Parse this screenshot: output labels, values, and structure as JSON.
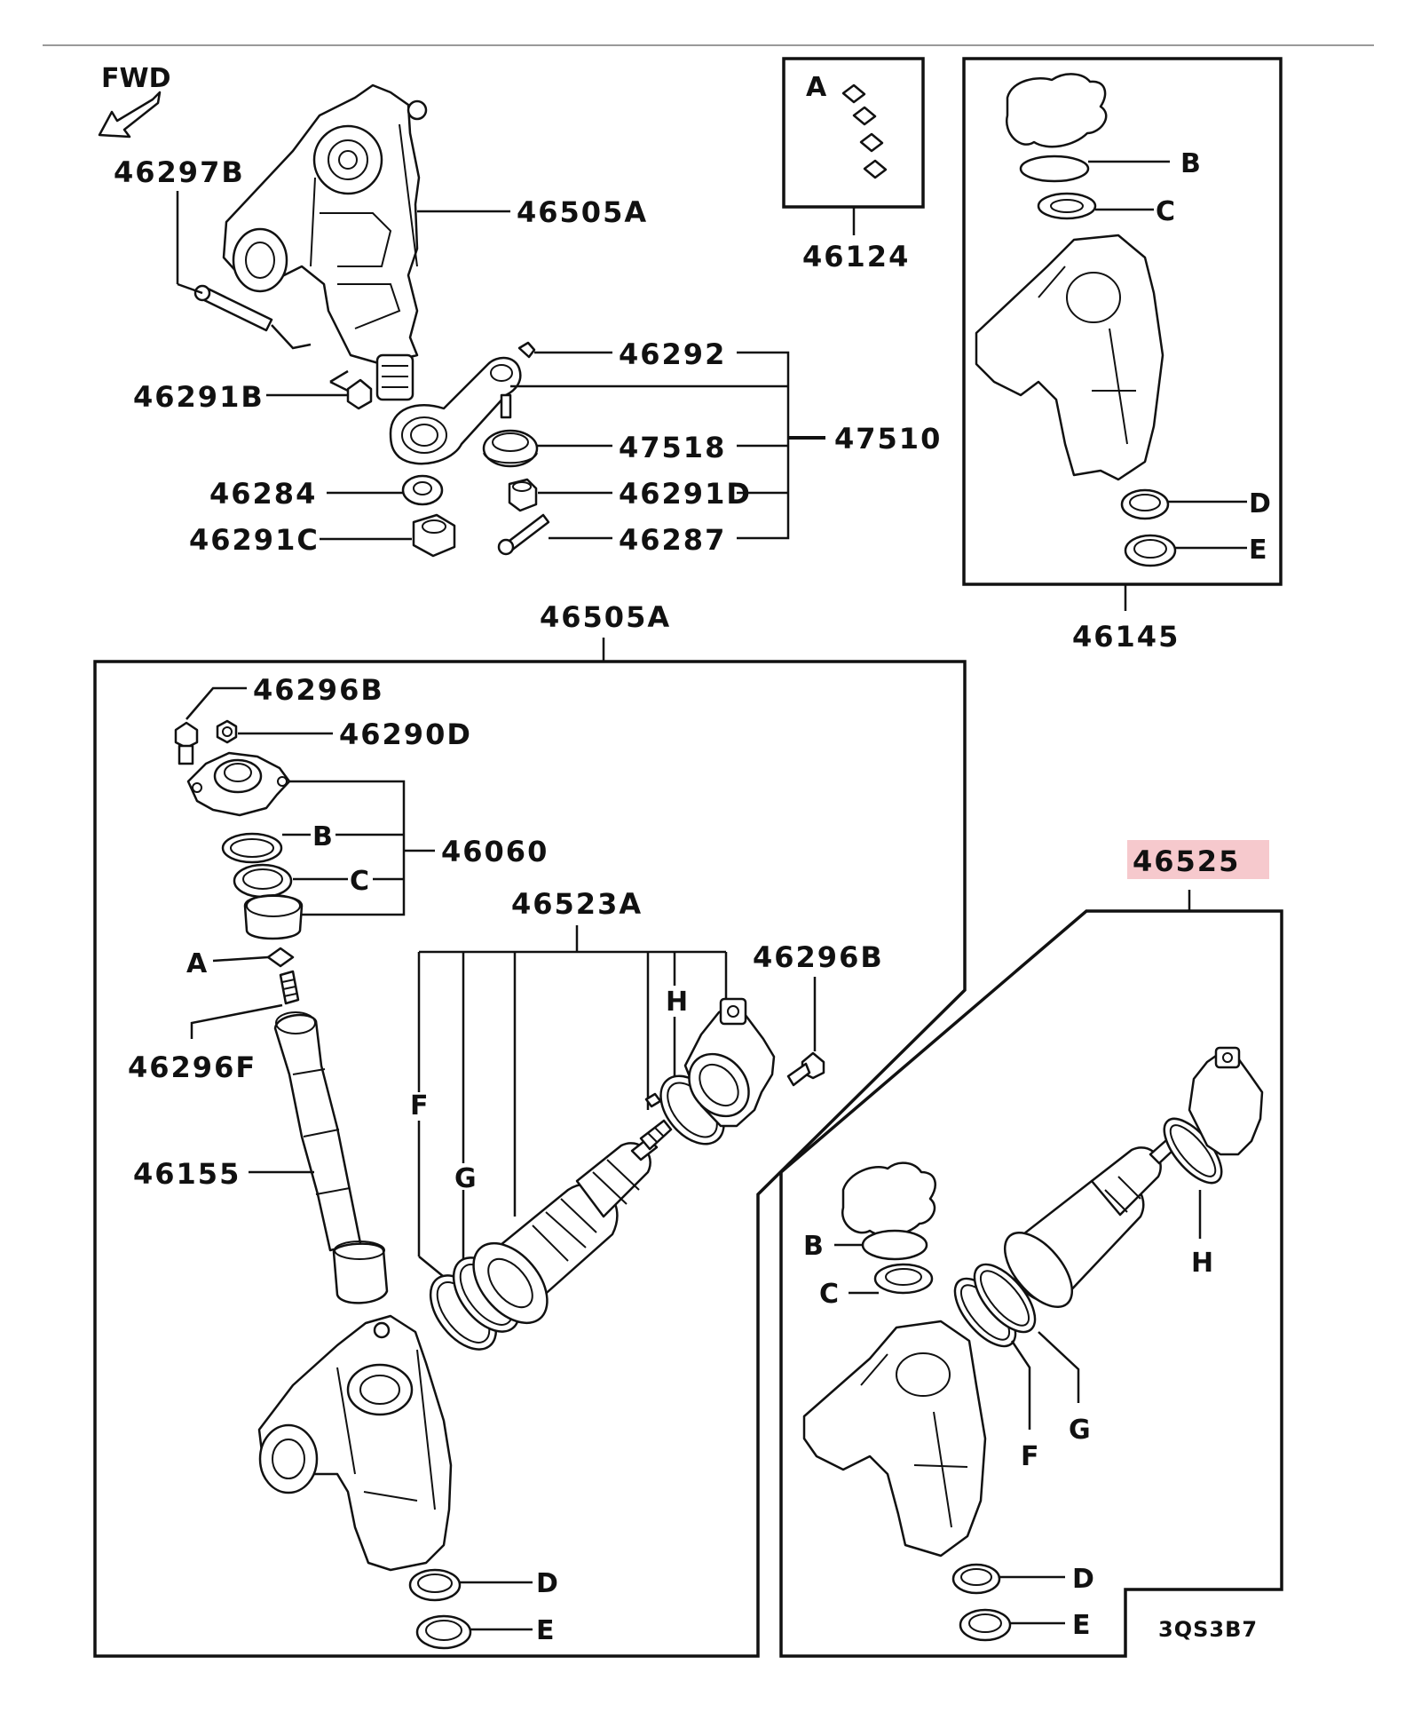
{
  "labels": {
    "fwd": "FWD",
    "p46297B": "46297B",
    "p46505A_top": "46505A",
    "p46124": "46124",
    "pA_top": "A",
    "pB_top": "B",
    "pC_top": "C",
    "pD_top": "D",
    "pE_top": "E",
    "p46145": "46145",
    "p46292": "46292",
    "p46291B": "46291B",
    "p47510": "47510",
    "p47518": "47518",
    "p46284": "46284",
    "p46291D": "46291D",
    "p46291C": "46291C",
    "p46287": "46287",
    "p46505A_mid": "46505A",
    "p46296B_left": "46296B",
    "p46290D": "46290D",
    "pB_mid": "B",
    "p46060": "46060",
    "pC_mid": "C",
    "p46523A": "46523A",
    "p46296B_right": "46296B",
    "pA_mid": "A",
    "pH_mid": "H",
    "p46296F": "46296F",
    "pF_mid": "F",
    "pG_mid": "G",
    "p46155": "46155",
    "pD_mid": "D",
    "pE_mid": "E",
    "p46525": "46525",
    "pB_right": "B",
    "pC_right": "C",
    "pH_right": "H",
    "pF_right": "F",
    "pG_right": "G",
    "pD_right": "D",
    "pE_right": "E",
    "diagram_code": "3QS3B7"
  },
  "colors": {
    "highlight": "#f6c9cd",
    "ink": "#111111"
  }
}
